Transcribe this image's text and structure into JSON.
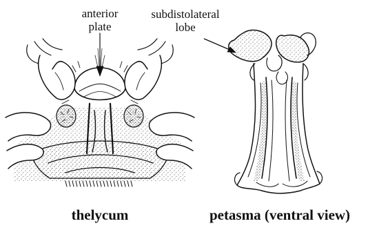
{
  "figure": {
    "left_panel": {
      "annotation_line1": "anterior",
      "annotation_line2": "plate",
      "caption": "thelycum"
    },
    "right_panel": {
      "annotation_line1": "subdistolateral",
      "annotation_line2": "lobe",
      "caption": "petasma (ventral view)"
    }
  },
  "colors": {
    "ink": "#111111",
    "paper": "#ffffff"
  }
}
